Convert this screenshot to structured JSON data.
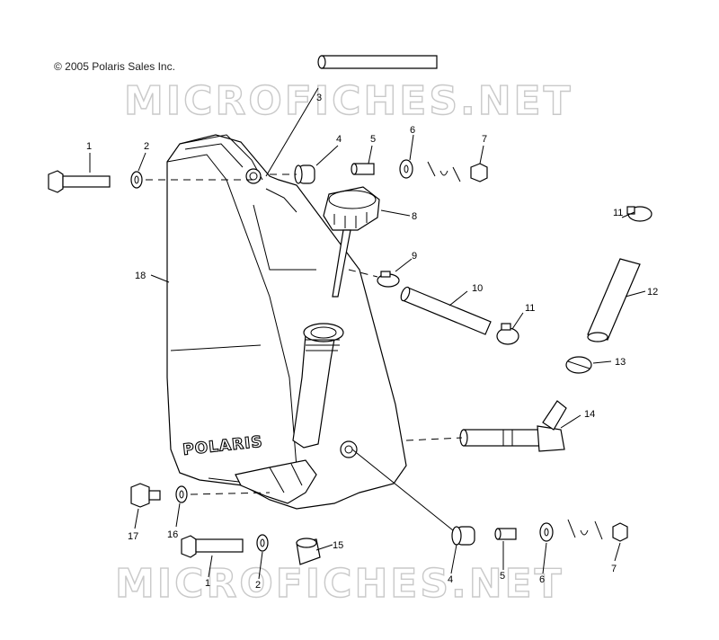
{
  "copyright": "© 2005 Polaris Sales Inc.",
  "watermark": "MICROFICHES.NET",
  "brand_label": "POLARIS",
  "callouts": {
    "c1_top": "1",
    "c2_top": "2",
    "c3": "3",
    "c4_top": "4",
    "c5_top": "5",
    "c6_top": "6",
    "c7_top": "7",
    "c8": "8",
    "c9": "9",
    "c10": "10",
    "c11_mid": "11",
    "c11_right": "11",
    "c12": "12",
    "c13": "13",
    "c14": "14",
    "c15": "15",
    "c16": "16",
    "c17": "17",
    "c18": "18",
    "c1_bot": "1",
    "c2_bot": "2",
    "c4_bot": "4",
    "c5_bot": "5",
    "c6_bot": "6",
    "c7_bot": "7"
  }
}
